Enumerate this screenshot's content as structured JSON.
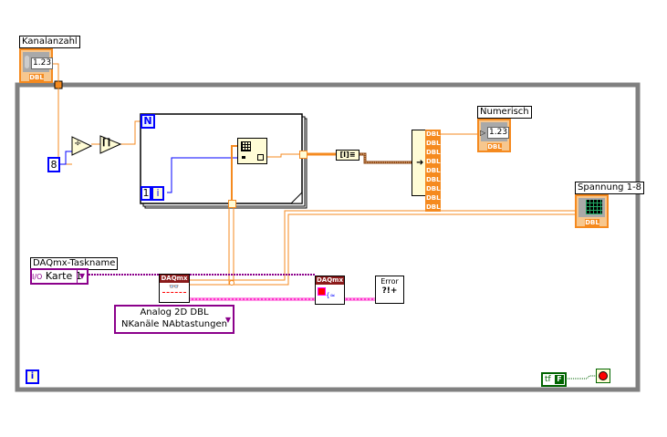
{
  "diagram": {
    "controls": {
      "kanalanzahl": {
        "label": "Kanalanzahl",
        "value": "1.23",
        "type": "DBL"
      },
      "taskname": {
        "label": "DAQmx-Taskname",
        "value": "Karte 1",
        "prefix": "I/O"
      },
      "read_mode": {
        "line1": "Analog 2D DBL",
        "line2": "NKanäle NAbtastungen"
      }
    },
    "indicators": {
      "numerisch": {
        "label": "Numerisch",
        "value": "1.23",
        "type": "DBL"
      },
      "spannung": {
        "label": "Spannung 1-8",
        "type": "DBL"
      }
    },
    "constants": {
      "divisor": "8",
      "stop_bool": "F"
    },
    "nodes": {
      "divide": "÷",
      "round_up": "⌈⌉",
      "loop_count": "N",
      "loop_index": "i",
      "loop_index_const": "1",
      "daqmx_read_header": "DAQmx",
      "daqmx_clear_header": "DAQmx",
      "error_handler": "Error",
      "error_symbol": "?!+",
      "info": "i",
      "index_array": "[I]≡",
      "build_array_outputs": [
        "DBL",
        "DBL",
        "DBL",
        "DBL",
        "DBL",
        "DBL",
        "DBL",
        "DBL",
        "DBL"
      ]
    },
    "colors": {
      "frame": "#808080",
      "dbl_wire": "#f58a1f",
      "int_wire": "#0000ff",
      "task_wire": "#8b008b",
      "error_wire": "#ff33cc",
      "bool": "#006400"
    }
  }
}
